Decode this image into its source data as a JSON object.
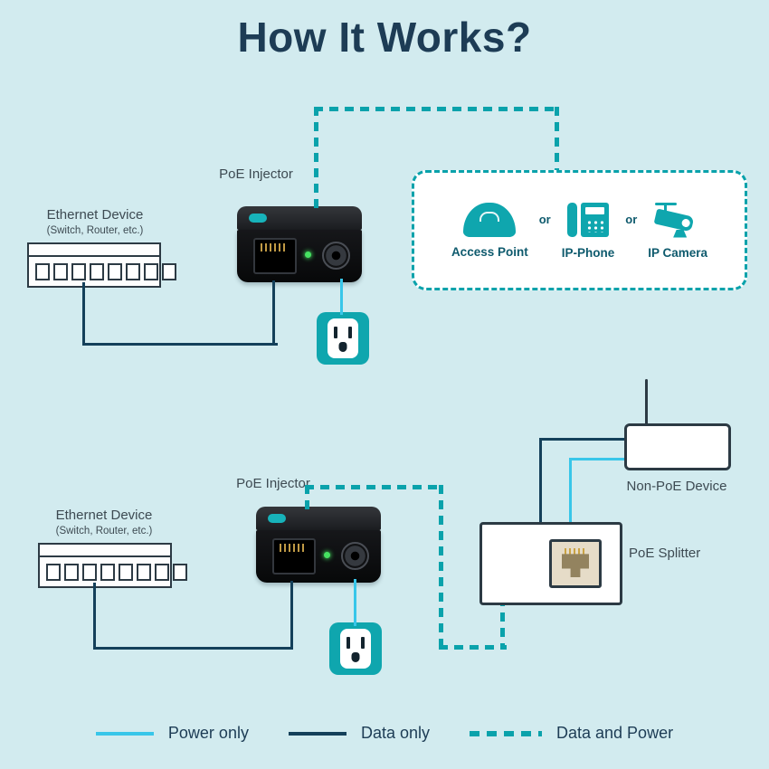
{
  "title": "How It Works?",
  "top": {
    "ethernet_device_label": "Ethernet Device",
    "ethernet_device_sublabel": "(Switch, Router, etc.)",
    "injector_label": "PoE Injector",
    "separator": "or",
    "devices": [
      {
        "icon": "access-point-icon",
        "label": "Access Point"
      },
      {
        "icon": "ip-phone-icon",
        "label": "IP-Phone"
      },
      {
        "icon": "ip-camera-icon",
        "label": "IP Camera"
      }
    ]
  },
  "bottom": {
    "ethernet_device_label": "Ethernet Device",
    "ethernet_device_sublabel": "(Switch, Router, etc.)",
    "injector_label": "PoE Injector",
    "non_poe_device_label": "Non-PoE Device",
    "poe_splitter_label": "PoE Splitter"
  },
  "legend": [
    {
      "label": "Power only",
      "style": "solid-cyan"
    },
    {
      "label": "Data only",
      "style": "solid-dark"
    },
    {
      "label": "Data and Power",
      "style": "dashed-teal"
    }
  ],
  "colors": {
    "background": "#d2ebef",
    "title_text": "#1d3c55",
    "teal_accent": "#0aa2ab",
    "power_line_cyan": "#38c6e9",
    "data_line_dark": "#14405a",
    "device_outline": "#2c3a44",
    "label_text": "#3d4a52",
    "led_green": "#46e261"
  }
}
